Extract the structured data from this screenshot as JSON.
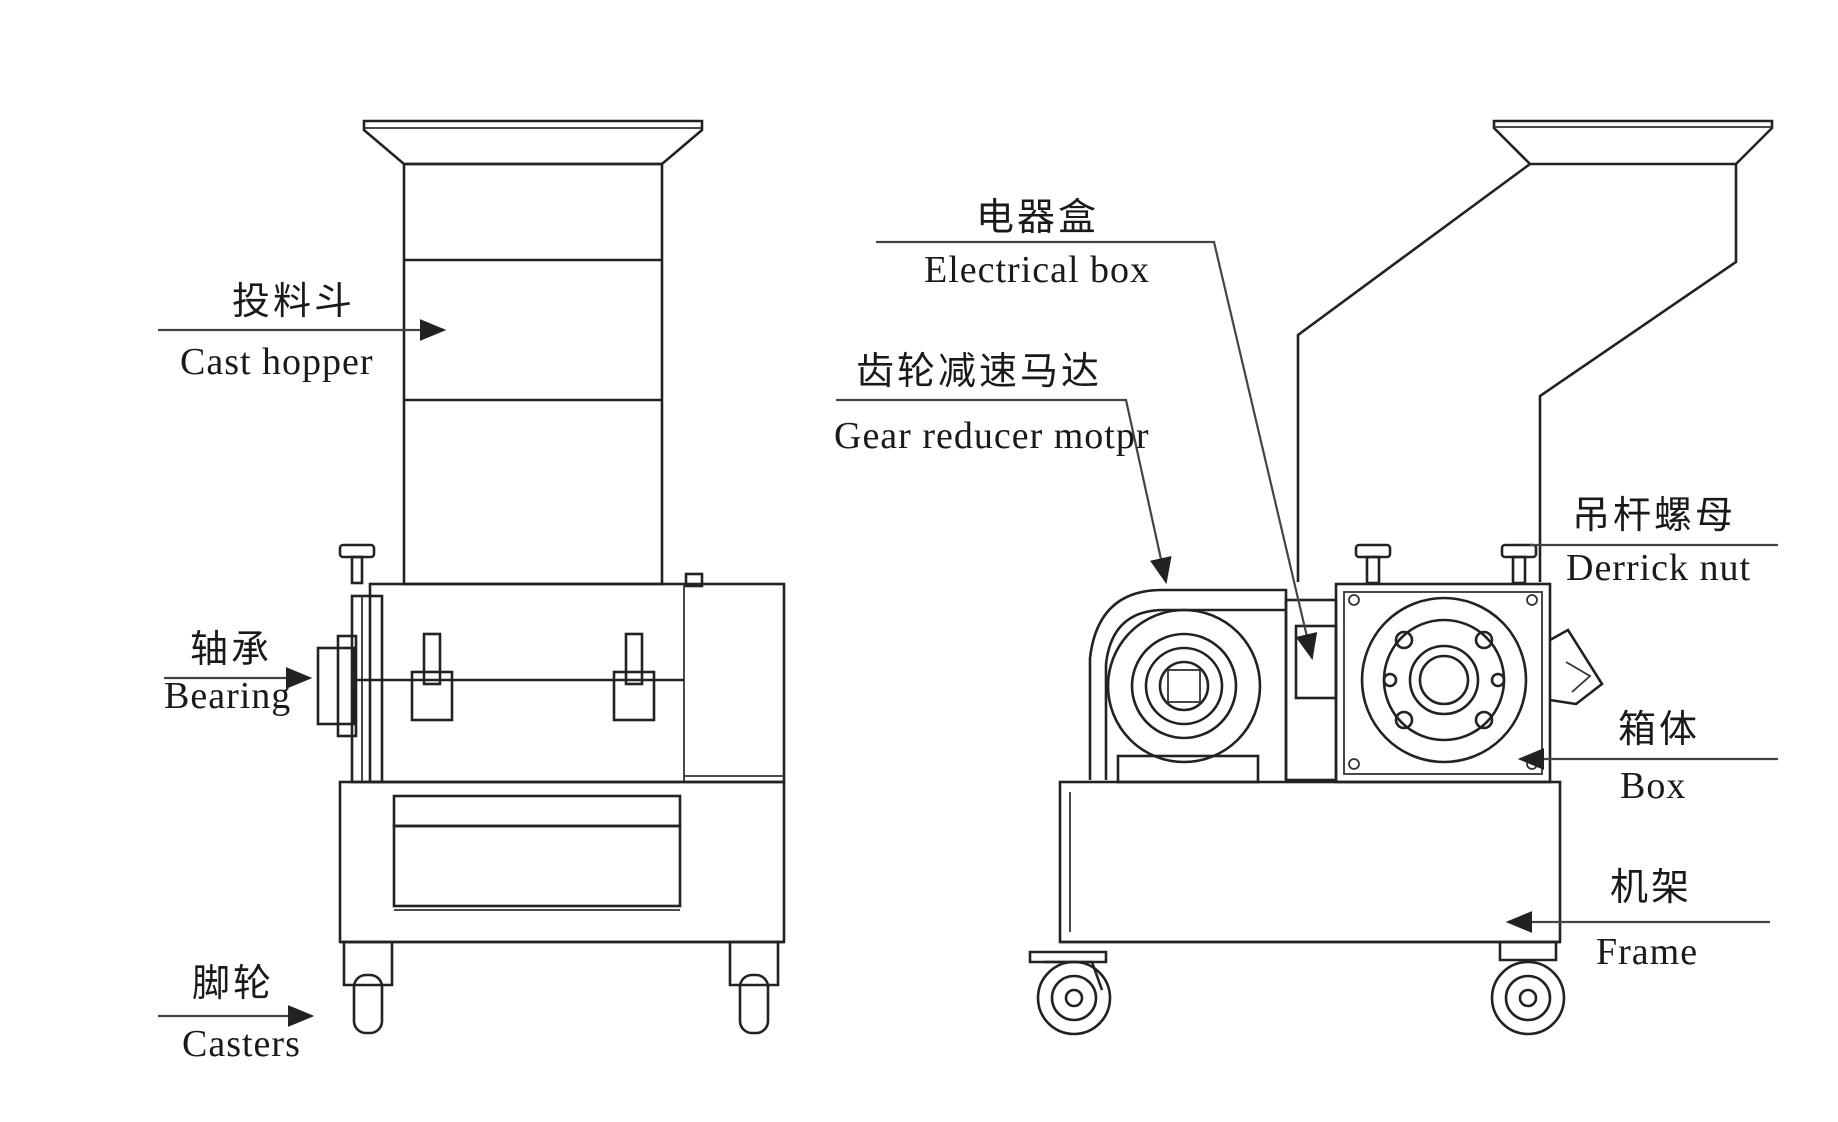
{
  "labels": {
    "cast_hopper": {
      "cn": "投料斗",
      "en": "Cast hopper"
    },
    "bearing": {
      "cn": "轴承",
      "en": "Bearing"
    },
    "casters": {
      "cn": "脚轮",
      "en": "Casters"
    },
    "electrical_box": {
      "cn": "电器盒",
      "en": "Electrical box"
    },
    "gear_reducer": {
      "cn": "齿轮减速马达",
      "en": "Gear reducer motpr"
    },
    "derrick_nut": {
      "cn": "吊杆螺母",
      "en": "Derrick nut"
    },
    "box": {
      "cn": "箱体",
      "en": "Box"
    },
    "frame": {
      "cn": "机架",
      "en": "Frame"
    }
  },
  "colors": {
    "line": "#222222",
    "background": "#ffffff"
  }
}
